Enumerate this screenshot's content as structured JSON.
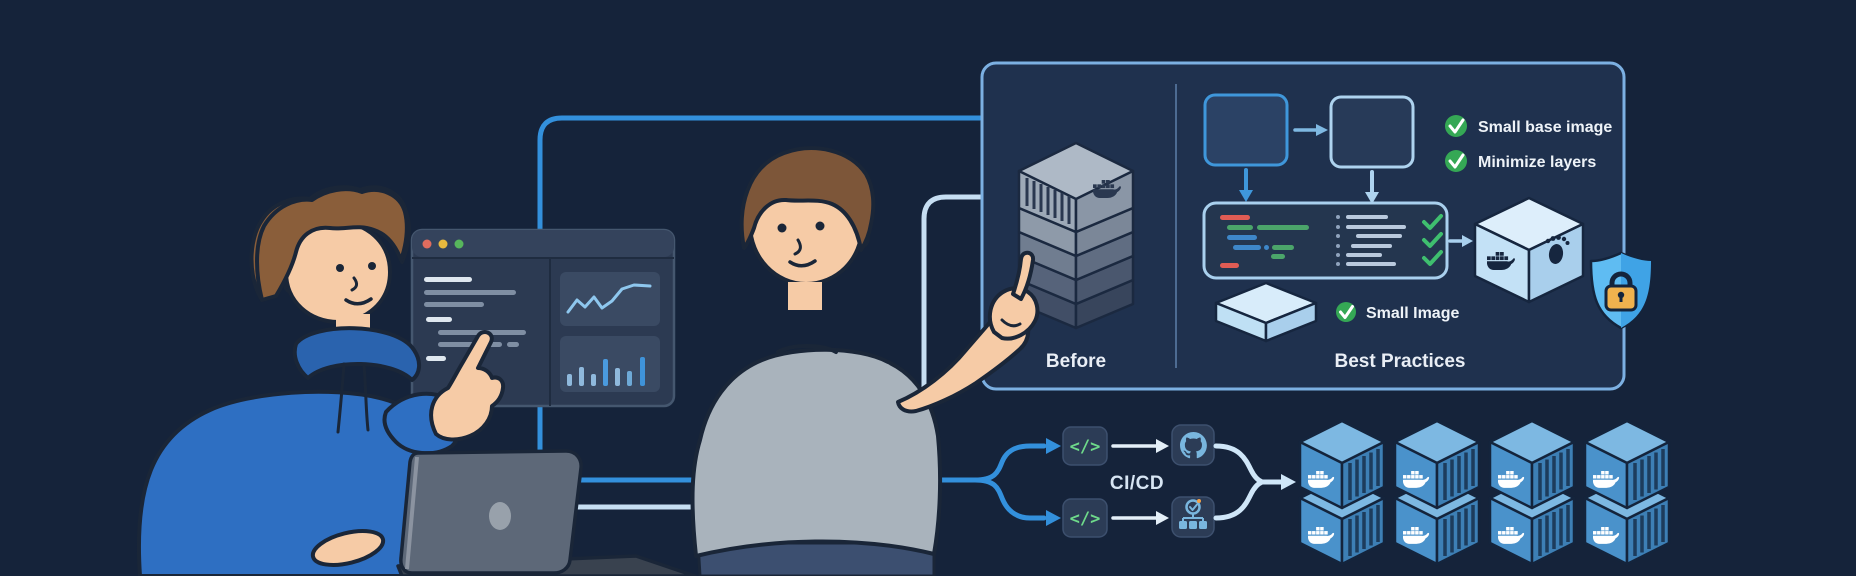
{
  "illustration": {
    "title": "Docker image optimization illustration",
    "panel": {
      "before_label": "Before",
      "best_practices_label": "Best Practices",
      "checklist": [
        {
          "label": "Small base image"
        },
        {
          "label": "Minimize layers"
        }
      ],
      "result_label": "Small Image"
    },
    "pipeline": {
      "label": "CI/CD",
      "code_icon": "</>"
    },
    "icons": {
      "code": "</>",
      "check": "✓",
      "window_controls": [
        "close",
        "minimize",
        "maximize"
      ],
      "named": [
        "docker-whale-icon",
        "github-icon",
        "workflow-icon",
        "shield-lock-icon",
        "footprint-icon",
        "container-cube-icon"
      ]
    },
    "colors": {
      "background": "#15233a",
      "panel_bg": "#1f314e",
      "panel_border": "#7cb0e2",
      "connector_blue": "#3390dc",
      "connector_light": "#c6def2",
      "check_green": "#35a855",
      "code_green": "#4ba56a",
      "code_red": "#e05c54",
      "code_blue": "#3e87c9",
      "docker_blue": "#4a92cb",
      "padlock_orange": "#f0b24e",
      "hoodie_blue": "#2e6fc2",
      "tshirt_gray": "#a9b3bc"
    }
  }
}
